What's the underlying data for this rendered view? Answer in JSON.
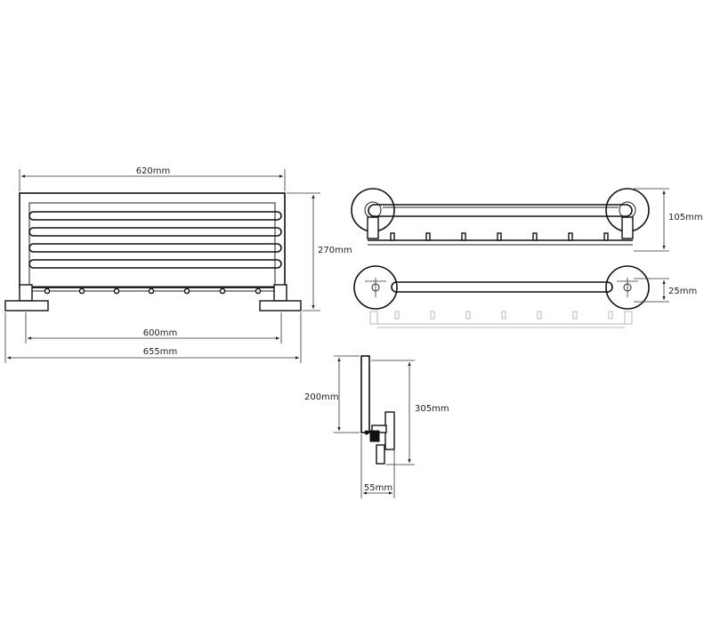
{
  "dimensions": {
    "front_top_width": "620mm",
    "front_height": "270mm",
    "front_inner_width": "600mm",
    "front_total_width": "655mm",
    "top_depth": "105mm",
    "top_rail_gap": "25mm",
    "side_height": "200mm",
    "side_total_height": "305mm",
    "side_depth": "55mm"
  },
  "colors": {
    "line": "#111111",
    "background": "#ffffff"
  }
}
